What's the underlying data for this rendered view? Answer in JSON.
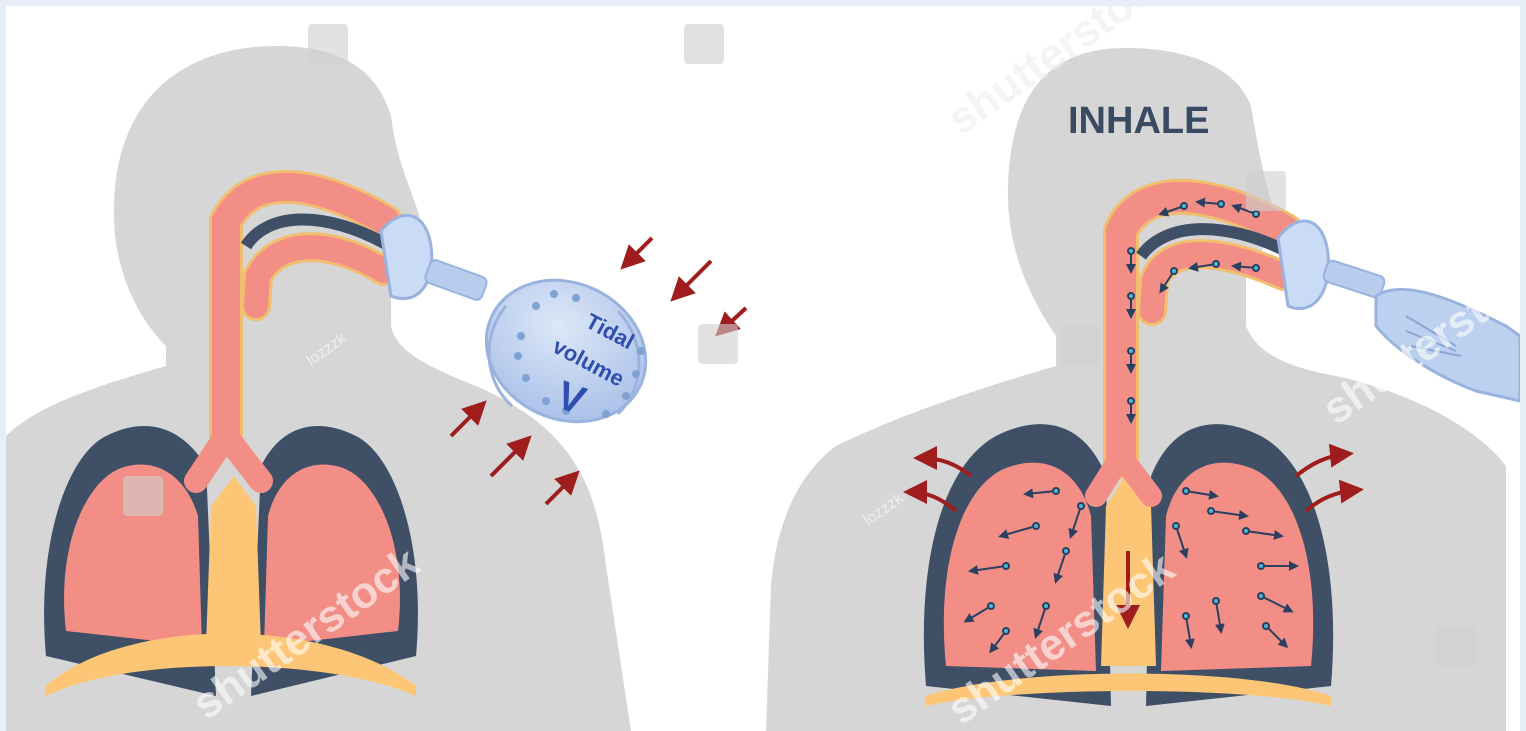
{
  "labels": {
    "bag_line1": "Tidal",
    "bag_line2": "volume",
    "bag_line3": "V",
    "inhale": "INHALE"
  },
  "watermarks": {
    "brand": "shutterstock",
    "author": "lozzzk"
  },
  "colors": {
    "body": "#d6d6d6",
    "airway": "#f28e86",
    "lung_outer": "#3f4f66",
    "lung_inner": "#f28e86",
    "mediastinum": "#fdc676",
    "diaphragm": "#fdc676",
    "bag": "#bcd0ef",
    "arrow": "#a01d1d",
    "flow": "#2b4060",
    "flow_dot": "#49b6d8",
    "inhale_text": "#3a4a63"
  },
  "icons": [
    "compression-arrow-icon",
    "expansion-arrow-icon",
    "airflow-arrow-icon",
    "watermark-logo-icon"
  ]
}
